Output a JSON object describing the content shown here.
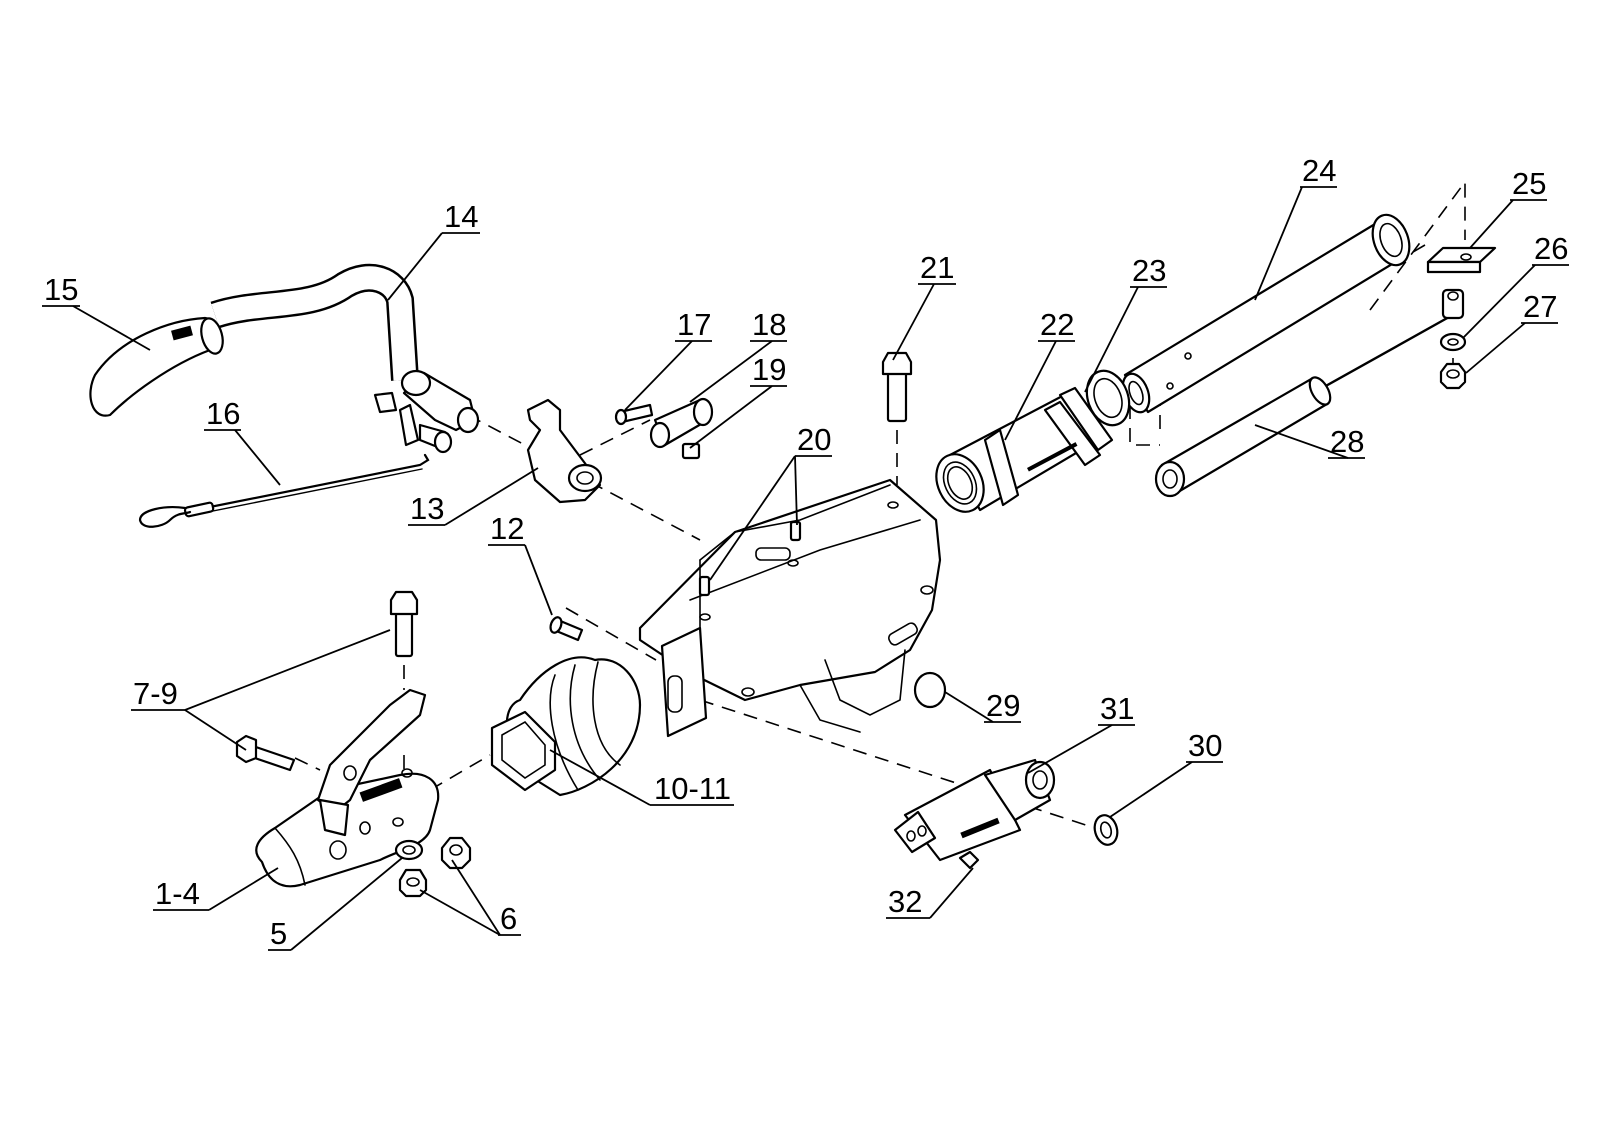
{
  "labels": [
    {
      "id": "1-4",
      "text": "1-4"
    },
    {
      "id": "5",
      "text": "5"
    },
    {
      "id": "6",
      "text": "6"
    },
    {
      "id": "7-9",
      "text": "7-9"
    },
    {
      "id": "10-11",
      "text": "10-11"
    },
    {
      "id": "12",
      "text": "12"
    },
    {
      "id": "13",
      "text": "13"
    },
    {
      "id": "14",
      "text": "14"
    },
    {
      "id": "15",
      "text": "15"
    },
    {
      "id": "16",
      "text": "16"
    },
    {
      "id": "17",
      "text": "17"
    },
    {
      "id": "18",
      "text": "18"
    },
    {
      "id": "19",
      "text": "19"
    },
    {
      "id": "20",
      "text": "20"
    },
    {
      "id": "21",
      "text": "21"
    },
    {
      "id": "22",
      "text": "22"
    },
    {
      "id": "23",
      "text": "23"
    },
    {
      "id": "24",
      "text": "24"
    },
    {
      "id": "25",
      "text": "25"
    },
    {
      "id": "26",
      "text": "26"
    },
    {
      "id": "27",
      "text": "27"
    },
    {
      "id": "28",
      "text": "28"
    },
    {
      "id": "29",
      "text": "29"
    },
    {
      "id": "30",
      "text": "30"
    },
    {
      "id": "31",
      "text": "31"
    },
    {
      "id": "32",
      "text": "32"
    }
  ]
}
